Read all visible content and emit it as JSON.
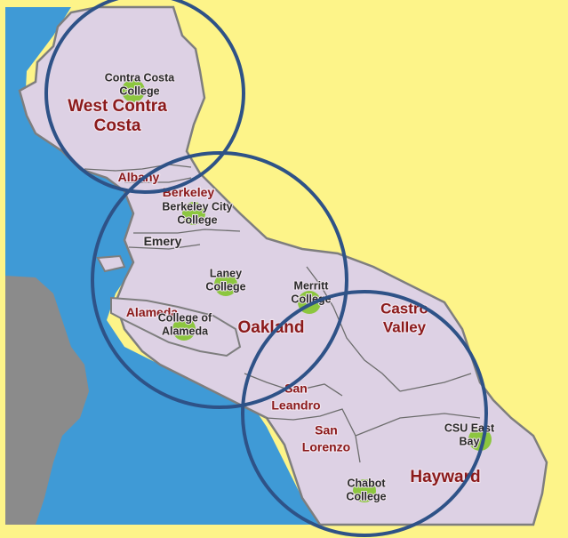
{
  "colors": {
    "water": "#3f9ad6",
    "land_outside": "#fdf489",
    "district_land": "#ddd1e4",
    "distant_land": "#8b8b8b",
    "label_red": "#8b1a1a",
    "college_dot": "#8cc63f",
    "service_ring": "#2e5287"
  },
  "regions": [
    {
      "id": "west-contra-costa",
      "lines": [
        "West Contra",
        "Costa"
      ]
    },
    {
      "id": "albany",
      "lines": [
        "Albany"
      ]
    },
    {
      "id": "berkeley",
      "lines": [
        "Berkeley"
      ]
    },
    {
      "id": "emery",
      "lines": [
        "Emery"
      ]
    },
    {
      "id": "alameda",
      "lines": [
        "Alameda"
      ]
    },
    {
      "id": "oakland",
      "lines": [
        "Oakland"
      ]
    },
    {
      "id": "castro-valley",
      "lines": [
        "Castro",
        "Valley"
      ]
    },
    {
      "id": "san-leandro",
      "lines": [
        "San",
        "Leandro"
      ]
    },
    {
      "id": "san-lorenzo",
      "lines": [
        "San",
        "Lorenzo"
      ]
    },
    {
      "id": "hayward",
      "lines": [
        "Hayward"
      ]
    }
  ],
  "colleges": [
    {
      "id": "contra-costa-college",
      "lines": [
        "Contra Costa",
        "College"
      ]
    },
    {
      "id": "berkeley-city-college",
      "lines": [
        "Berkeley City",
        "College"
      ]
    },
    {
      "id": "laney-college",
      "lines": [
        "Laney",
        "College"
      ]
    },
    {
      "id": "merritt-college",
      "lines": [
        "Merritt",
        "College"
      ]
    },
    {
      "id": "college-of-alameda",
      "lines": [
        "College of",
        "Alameda"
      ]
    },
    {
      "id": "csu-east-bay",
      "lines": [
        "CSU East",
        "Bay"
      ]
    },
    {
      "id": "chabot-college",
      "lines": [
        "Chabot",
        "College"
      ]
    }
  ],
  "service_areas": [
    {
      "id": "north-ring"
    },
    {
      "id": "central-ring"
    },
    {
      "id": "south-ring"
    }
  ]
}
